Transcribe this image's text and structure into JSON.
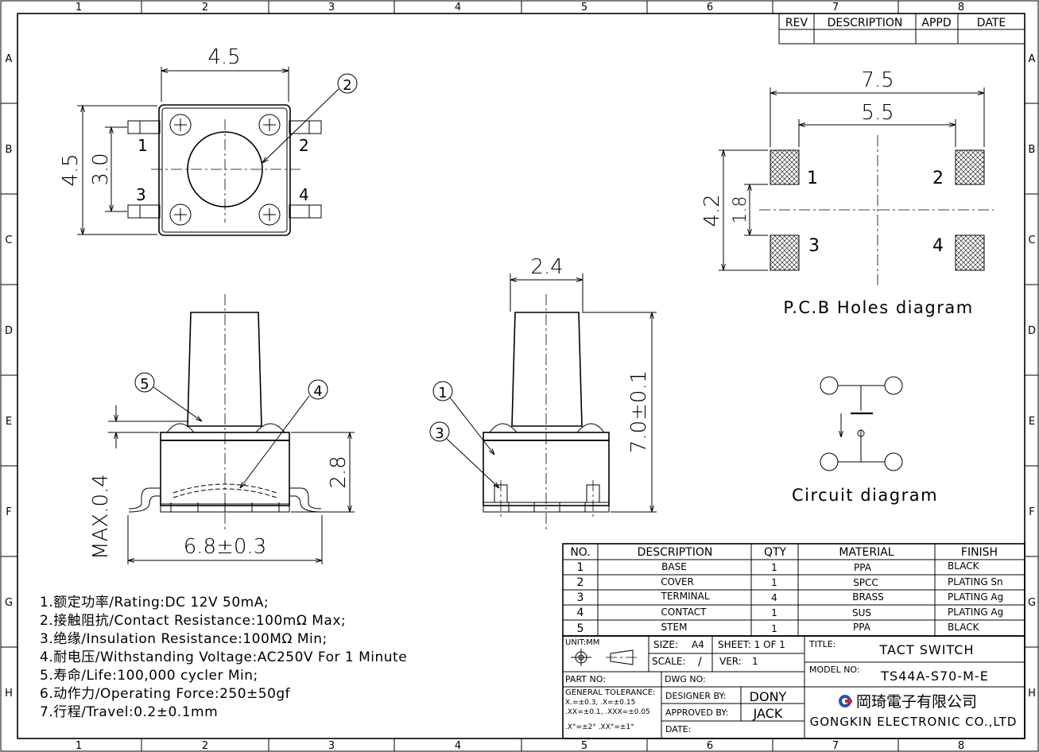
{
  "frame": {
    "col_labels": [
      "1",
      "2",
      "3",
      "4",
      "5",
      "6",
      "7",
      "8"
    ],
    "row_labels": [
      "A",
      "B",
      "C",
      "D",
      "E",
      "F",
      "G",
      "H"
    ]
  },
  "revision_block": {
    "rev": "REV",
    "description": "DESCRIPTION",
    "appd": "APPD",
    "date": "DATE"
  },
  "top_view": {
    "dim_width": "4.5",
    "dim_height": "4.5",
    "dim_pin_pitch": "3.0",
    "callout_2": "2",
    "pin_labels": [
      "1",
      "2",
      "3",
      "4"
    ]
  },
  "side_view": {
    "callout_5": "5",
    "callout_4": "4",
    "dim_body_height": "2.8",
    "dim_max": "MAX.0.4",
    "dim_width": "6.8±0.3"
  },
  "end_view": {
    "dim_stem": "2.4",
    "dim_total_height": "7.0±0.1",
    "callout_1": "1",
    "callout_3": "3"
  },
  "pcb_holes": {
    "dim_outer": "7.5",
    "dim_inner": "5.5",
    "dim_height": "4.2",
    "dim_pad_pitch": "1.8",
    "pad_labels": [
      "1",
      "2",
      "3",
      "4"
    ],
    "caption": "P.C.B Holes diagram"
  },
  "circuit": {
    "caption": "Circuit diagram"
  },
  "notes": [
    "1.额定功率/Rating:DC 12V 50mA;",
    "2.接触阻抗/Contact Resistance:100mΩ Max;",
    "3.绝缘/Insulation Resistance:100MΩ Min;",
    "4.耐电压/Withstanding Voltage:AC250V For 1 Minute",
    "5.寿命/Life:100,000 cycler Min;",
    "6.动作力/Operating Force:250±50gf",
    "7.行程/Travel:0.2±0.1mm"
  ],
  "bom": {
    "headers": [
      "NO.",
      "DESCRIPTION",
      "QTY",
      "MATERIAL",
      "FINISH"
    ],
    "rows": [
      {
        "no": "1",
        "description": "BASE",
        "qty": "1",
        "material": "PPA",
        "finish": "BLACK"
      },
      {
        "no": "2",
        "description": "COVER",
        "qty": "1",
        "material": "SPCC",
        "finish": "PLATING Sn"
      },
      {
        "no": "3",
        "description": "TERMINAL",
        "qty": "4",
        "material": "BRASS",
        "finish": "PLATING Ag"
      },
      {
        "no": "4",
        "description": "CONTACT",
        "qty": "1",
        "material": "SUS",
        "finish": "PLATING Ag"
      },
      {
        "no": "5",
        "description": "STEM",
        "qty": "1",
        "material": "PPA",
        "finish": "BLACK"
      }
    ]
  },
  "title_block": {
    "unit_label": "UNIT:MM",
    "size_label": "SIZE:",
    "size_value": "A4",
    "sheet": "SHEET: 1 OF 1",
    "scale_label": "SCALE:",
    "scale_value": "/",
    "ver_label": "VER:",
    "ver_value": "1",
    "title_label": "TITLE:",
    "title_value": "TACT SWITCH",
    "model_label": "MODEL NO:",
    "model_value": "TS44A-S70-M-E",
    "part_no_label": "PART NO:",
    "dwg_no_label": "DWG NO:",
    "tolerance_title": "GENERAL TOLERANCE:",
    "tolerance_l1": "X.=±0.3,      .X=±0.15",
    "tolerance_l2": ".XX=±0.1,  .XXX=±0.05",
    "tolerance_l3": ".X°=±2°  .XX°=±1°",
    "designer_label": "DESIGNER BY:",
    "designer_value": "DONY",
    "approved_label": "APPROVED BY:",
    "approved_value": "JACK",
    "date_label": "DATE:",
    "company_cn": "岡琦電子有限公司",
    "company_en": "GONGKIN ELECTRONIC CO.,LTD"
  }
}
